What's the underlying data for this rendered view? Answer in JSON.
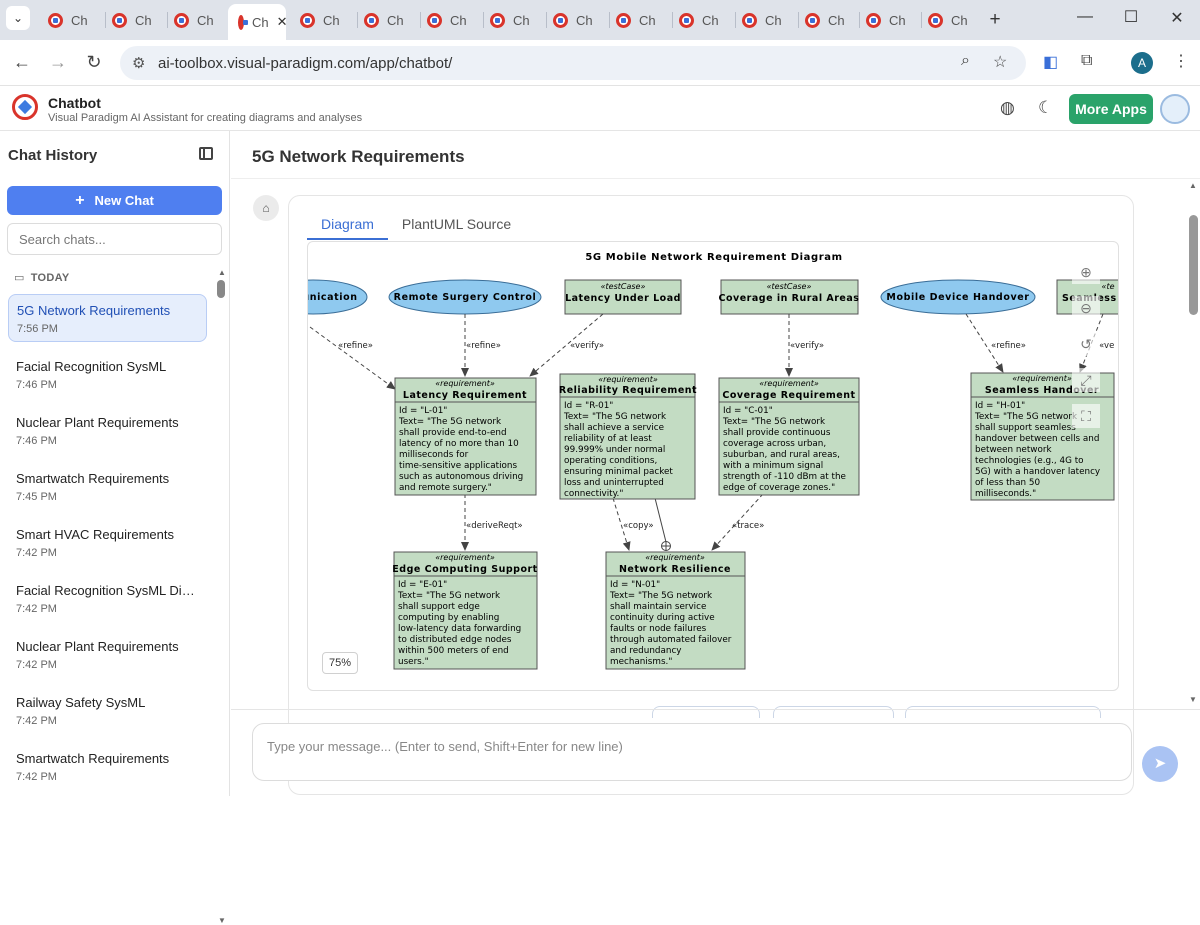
{
  "browser": {
    "tabs_label": "Ch",
    "active_tab_label": "Ch",
    "url": "ai-toolbox.visual-paradigm.com/app/chatbot/",
    "avatar_letter": "A"
  },
  "app": {
    "title": "Chatbot",
    "subtitle": "Visual Paradigm AI Assistant for creating diagrams and analyses",
    "more_apps": "More Apps"
  },
  "sidebar": {
    "title": "Chat History",
    "new_chat": "New Chat",
    "search_placeholder": "Search chats...",
    "group": "TODAY",
    "chats": [
      {
        "title": "5G Network Requirements",
        "time": "7:56 PM"
      },
      {
        "title": "Facial Recognition SysML",
        "time": "7:46 PM"
      },
      {
        "title": "Nuclear Plant Requirements",
        "time": "7:46 PM"
      },
      {
        "title": "Smartwatch Requirements",
        "time": "7:45 PM"
      },
      {
        "title": "Smart HVAC Requirements",
        "time": "7:42 PM"
      },
      {
        "title": "Facial Recognition SysML Dia...",
        "time": "7:42 PM"
      },
      {
        "title": "Nuclear Plant Requirements",
        "time": "7:42 PM"
      },
      {
        "title": "Railway Safety SysML",
        "time": "7:42 PM"
      },
      {
        "title": "Smartwatch Requirements",
        "time": "7:42 PM"
      }
    ]
  },
  "main": {
    "page_title": "5G Network Requirements",
    "tabs": [
      "Diagram",
      "PlantUML Source"
    ],
    "zoom": "75%",
    "input_placeholder": "Type your message... (Enter to send, Shift+Enter for new line)"
  },
  "diagram": {
    "title": "5G Mobile Network Requirement Diagram",
    "usecases": [
      "unication",
      "Remote Surgery Control",
      "Mobile Device Handover"
    ],
    "testcases": [
      {
        "stereo": "«testCase»",
        "name": "Latency Under Load"
      },
      {
        "stereo": "«testCase»",
        "name": "Coverage in Rural Areas"
      },
      {
        "stereo": "«te",
        "name": "Seamless H"
      }
    ],
    "requirements": [
      {
        "stereo": "«requirement»",
        "name": "Latency Requirement",
        "id": "Id = \"L-01\"",
        "text": [
          "Text= \"The 5G network",
          "shall provide end-to-end",
          "latency of no more than 10",
          "milliseconds for",
          "time-sensitive applications",
          "such as autonomous driving",
          "and remote surgery.\""
        ]
      },
      {
        "stereo": "«requirement»",
        "name": "Reliability Requirement",
        "id": "Id = \"R-01\"",
        "text": [
          "Text= \"The 5G network",
          "shall achieve a service",
          "reliability of at least",
          "99.999% under normal",
          "operating conditions,",
          "ensuring minimal packet",
          "loss and uninterrupted",
          "connectivity.\""
        ]
      },
      {
        "stereo": "«requirement»",
        "name": "Coverage Requirement",
        "id": "Id = \"C-01\"",
        "text": [
          "Text= \"The 5G network",
          "shall provide continuous",
          "coverage across urban,",
          "suburban, and rural areas,",
          "with a minimum signal",
          "strength of -110 dBm at the",
          "edge of coverage zones.\""
        ]
      },
      {
        "stereo": "«requirement»",
        "name": "Seamless Handover",
        "id": "Id = \"H-01\"",
        "text": [
          "Text= \"The 5G network",
          "shall support seamless",
          "handover between cells and",
          "between network",
          "technologies (e.g., 4G to",
          "5G) with a handover latency",
          "of less than 50",
          "milliseconds.\""
        ]
      },
      {
        "stereo": "«requirement»",
        "name": "Edge Computing Support",
        "id": "Id = \"E-01\"",
        "text": [
          "Text= \"The 5G network",
          "shall support edge",
          "computing by enabling",
          "low-latency data forwarding",
          "to distributed edge nodes",
          "within 500 meters of end",
          "users.\""
        ]
      },
      {
        "stereo": "«requirement»",
        "name": "Network Resilience",
        "id": "Id = \"N-01\"",
        "text": [
          "Text= \"The 5G network",
          "shall maintain service",
          "continuity during active",
          "faults or node failures",
          "through automated failover",
          "and redundancy",
          "mechanisms.\""
        ]
      }
    ],
    "relations": {
      "refine": "«refine»",
      "verify": "«verify»",
      "deriveReqt": "«deriveReqt»",
      "copy": "«copy»",
      "trace": "«trace»",
      "ve_partial": "«ve"
    }
  },
  "colors": {
    "usecase_fill": "#8fc9ef",
    "block_fill": "#c3dcc3",
    "primary": "#4f7ff0",
    "more_apps": "#2aa36a"
  }
}
